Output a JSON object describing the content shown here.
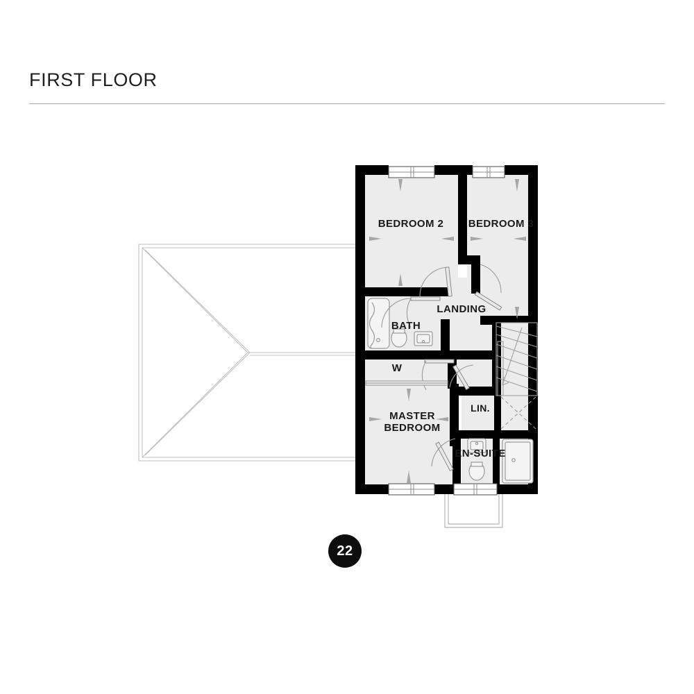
{
  "header": {
    "title": "FIRST FLOOR"
  },
  "plot": {
    "number": "22"
  },
  "plan": {
    "rooms": [
      {
        "id": "bedroom2",
        "label": "BEDROOM 2"
      },
      {
        "id": "bedroom3",
        "label": "BEDROOM 3"
      },
      {
        "id": "landing",
        "label": "LANDING"
      },
      {
        "id": "bath",
        "label": "BATH"
      },
      {
        "id": "wardrobe",
        "label": "W"
      },
      {
        "id": "master-bedroom",
        "label_line1": "MASTER",
        "label_line2": "BEDROOM"
      },
      {
        "id": "linen",
        "label": "LIN."
      },
      {
        "id": "ensuite",
        "label": "EN-SUITE"
      }
    ],
    "features": {
      "garage_roof": "hipped-roof-over-garage",
      "staircase": "stair-down",
      "porch_canopy": "porch-canopy",
      "void": "dashed-void"
    },
    "colors": {
      "wall": "#000000",
      "room_fill": "#ececec",
      "fixture_stroke": "#9a9a9a",
      "dimension_arrow": "#9e9e9e",
      "roof_line": "#bdbdbd",
      "badge": "#0d0d0d",
      "rule": "#a8a8a8"
    }
  }
}
